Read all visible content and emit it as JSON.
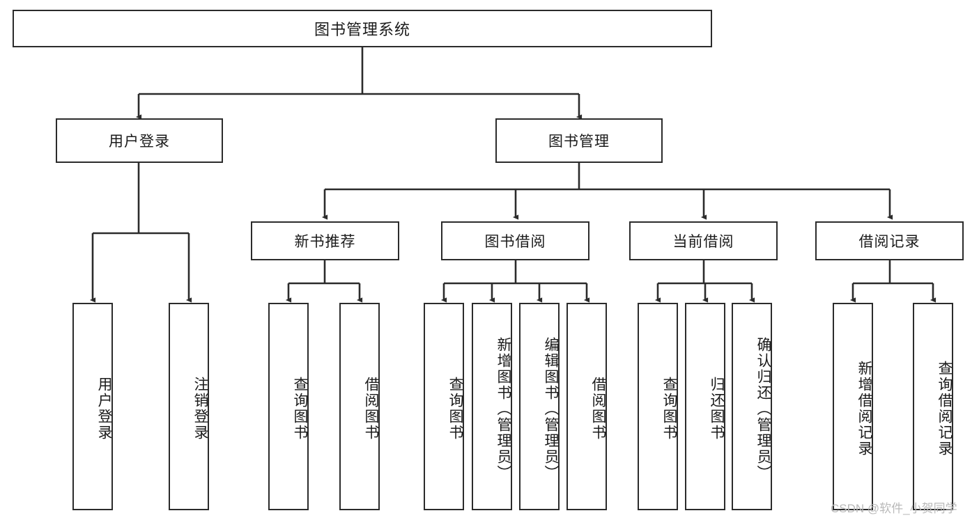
{
  "diagram": {
    "title": "图书管理系统",
    "type": "functional-structure-tree",
    "line_color": "#2b2b2b",
    "box_fill": "#ffffff",
    "text_color": "#1a1a1a"
  },
  "nodes": {
    "root": {
      "label": "图书管理系统"
    },
    "level2": [
      {
        "label": "用户登录"
      },
      {
        "label": "图书管理"
      }
    ],
    "level3": [
      {
        "label": "新书推荐"
      },
      {
        "label": "图书借阅"
      },
      {
        "label": "当前借阅"
      },
      {
        "label": "借阅记录"
      }
    ],
    "leaves": {
      "user_login": [
        {
          "label": "用户登录"
        },
        {
          "label": "注销登录"
        }
      ],
      "new_book_recommend": [
        {
          "label": "查询图书"
        },
        {
          "label": "借阅图书"
        }
      ],
      "book_borrow": [
        {
          "label": "查询图书"
        },
        {
          "label": "新增图书（管理员）"
        },
        {
          "label": "编辑图书（管理员）"
        },
        {
          "label": "借阅图书"
        }
      ],
      "current_borrow": [
        {
          "label": "查询图书"
        },
        {
          "label": "归还图书"
        },
        {
          "label": "确认归还（管理员）"
        }
      ],
      "borrow_record": [
        {
          "label": "新增借阅记录"
        },
        {
          "label": "查询借阅记录"
        }
      ]
    }
  },
  "watermark": {
    "text": "CSDN @软件_小贺同学"
  }
}
